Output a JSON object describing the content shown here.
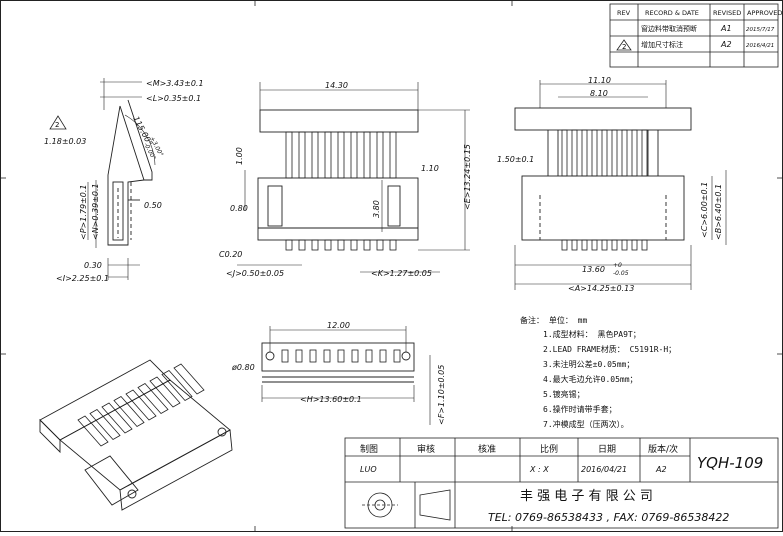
{
  "revision_table": {
    "headers": [
      "REV",
      "RECORD & DATE",
      "REVISED",
      "APPROVED"
    ],
    "rows": [
      {
        "rev": "",
        "record": "窗边料带取消预断",
        "revised": "A1",
        "approved": "2015/7/17"
      },
      {
        "rev": "2",
        "record": "增加尺寸标注",
        "revised": "A2",
        "approved": "2016/4/21"
      }
    ]
  },
  "side_view": {
    "m": "<M>3.43±0.1",
    "l": "<L>0.35±0.1",
    "angle": "115.00°",
    "angle_tol_plus": "+3.00°",
    "angle_tol_minus": "-0.00°",
    "rev_mark": "2",
    "dim_118": "1.18±0.03",
    "p": "<P>1.79±0.1",
    "n": "<N>0.39±0.1",
    "d050": "0.50",
    "d030": "0.30",
    "i": "<I>2.25±0.1"
  },
  "front_view": {
    "width_top": "14.30",
    "d100": "1.00",
    "d110": "1.10",
    "d080": "0.80",
    "d380": "3.80",
    "c020": "C0.20",
    "e": "<E>13.24±0.15",
    "j": "<J>0.50±0.05",
    "k": "<K>1.27±0.05"
  },
  "end_view": {
    "d1110": "11.10",
    "d810": "8.10",
    "d150": "1.50±0.1",
    "c": "<C>6.00±0.1",
    "b": "<B>6.40±0.1",
    "d1360": "13.60",
    "d1360_tol_plus": "+0",
    "d1360_tol_minus": "-0.05",
    "a": "<A>14.25±0.13"
  },
  "bottom_view": {
    "d1200": "12.00",
    "d080": "ø0.80",
    "h": "<H>13.60±0.1",
    "f": "<F>1.10±0.05"
  },
  "notes": {
    "heading": "备注：  单位：  mm",
    "items": [
      "1.成型材料：  黑色PA9T；",
      "2.LEAD FRAME材质：  C5191R-H；",
      "3.未注明公差±0.05mm；",
      "4.最大毛边允许0.05mm；",
      "5.镀亮锡；",
      "6.操作时请带手套；",
      "7.冲模成型（压两次）。"
    ]
  },
  "title_block": {
    "h_draw": "制图",
    "h_check": "审核",
    "h_approve": "核准",
    "h_scale": "比例",
    "h_date": "日期",
    "h_version": "版本/次",
    "v_draw": "LUO",
    "v_check": "",
    "v_approve": "",
    "v_scale": "X : X",
    "v_date": "2016/04/21",
    "v_version": "A2",
    "drawing_no": "YQH-109",
    "company": "丰 强 电 子 有 限 公 司",
    "contact": "TEL: 0769-86538433 , FAX: 0769-86538422"
  }
}
